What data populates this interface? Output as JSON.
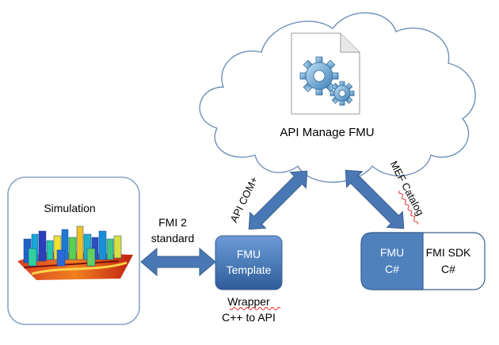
{
  "cloud": {
    "label": "API Manage FMU",
    "icon": "document-gears-icon"
  },
  "simulation": {
    "title": "Simulation",
    "image": "simulation-heatmap-3d-icon"
  },
  "fmi_link": {
    "line1": "FMI 2",
    "line2": "standard"
  },
  "fmu_template": {
    "line1": "FMU",
    "line2": "Template",
    "caption_line1": "Wrapper",
    "caption_line2": "C++ to API"
  },
  "api_link": {
    "label": "API COM+"
  },
  "mef_link": {
    "label": "MEF Catalog"
  },
  "fmu_csharp": {
    "line1": "FMU",
    "line2": "C#"
  },
  "fmi_sdk": {
    "line1": "FMI SDK",
    "line2": "C#"
  },
  "colors": {
    "arrow": "#4a78b4",
    "box_blue": "#4f81bd",
    "box_border": "#3a5f8f",
    "cloud_stroke": "#6f8fb8",
    "panel_border": "#8aa6c8"
  }
}
